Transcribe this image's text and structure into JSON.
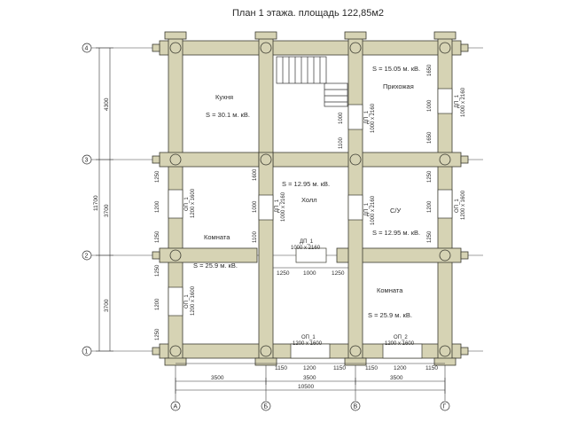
{
  "title": "План 1 этажа.    площадь 122,85м2",
  "axes": {
    "rows": [
      "4",
      "3",
      "2",
      "1"
    ],
    "cols": [
      "А",
      "Б",
      "В",
      "Г"
    ]
  },
  "rooms": {
    "kitchen_name": "Кухня",
    "kitchen_area": "S  =  30.1 м. кВ.",
    "hall_area": "S  =  12.95 м. кВ.",
    "hall_name": "Холл",
    "hallway_name": "Прихожая",
    "hallway_area": "S  =  15.05 м. кВ.",
    "bath_name": "С/У",
    "bath_area": "S  =  12.95 м. кВ.",
    "room_left_name": "Комната",
    "room_left_area": "S  =  25.9 м. кВ.",
    "room_right_name": "Комната",
    "room_right_area": "S  =  25.9 м. кВ."
  },
  "openings": {
    "dp1_interior": "ДП_1",
    "dp1_interior_size": "1000 х 2160",
    "op1_bottom": "ОП_1",
    "op1_bottom_size": "1200 х 1600",
    "op2_bottom": "ОП_2",
    "op2_bottom_size": "1200 х 1600",
    "op1_left": "ОП_1",
    "op1_left_size": "1200 х 1600",
    "op1_left2": "ОП_1",
    "op1_left2_size": "1200 х 1600",
    "op1_right": "ОП_1",
    "op1_right_size": "1200 х 1600",
    "dp1_right": "ДП_1",
    "dp1_right_size": "1000 х 2160",
    "dp1_inner": "ДП_1",
    "dp1_inner_size": "1000 х 2160",
    "dp1_mid": "ДП_1",
    "dp1_mid_size": "1000 х 2160",
    "dp1_bath": "ДП_1",
    "dp1_bath_size": "1000 х 2160"
  },
  "dims": {
    "left_total": "11700",
    "left_top": "4300",
    "left_mid": "3700",
    "left_bot": "3700",
    "bottom_a": "3500",
    "bottom_b": "3500",
    "bottom_c": "3500",
    "bottom_total": "10500",
    "hall_1250a": "1250",
    "hall_1000": "1000",
    "hall_1250b": "1250",
    "b1": "1150",
    "b2": "1200",
    "b3": "1150",
    "b4": "1150",
    "b5": "1200",
    "b6": "1150",
    "l1": "1250",
    "l2": "1200",
    "l3": "1250",
    "l4": "1250",
    "l5": "1200",
    "l6": "1250",
    "r1": "1650",
    "r2": "1000",
    "r3": "1650",
    "r4": "1250",
    "r5": "1200",
    "r6": "1250",
    "k1": "1000",
    "k2": "1100",
    "h1": "1600",
    "h2": "1000",
    "h3": "1100"
  }
}
